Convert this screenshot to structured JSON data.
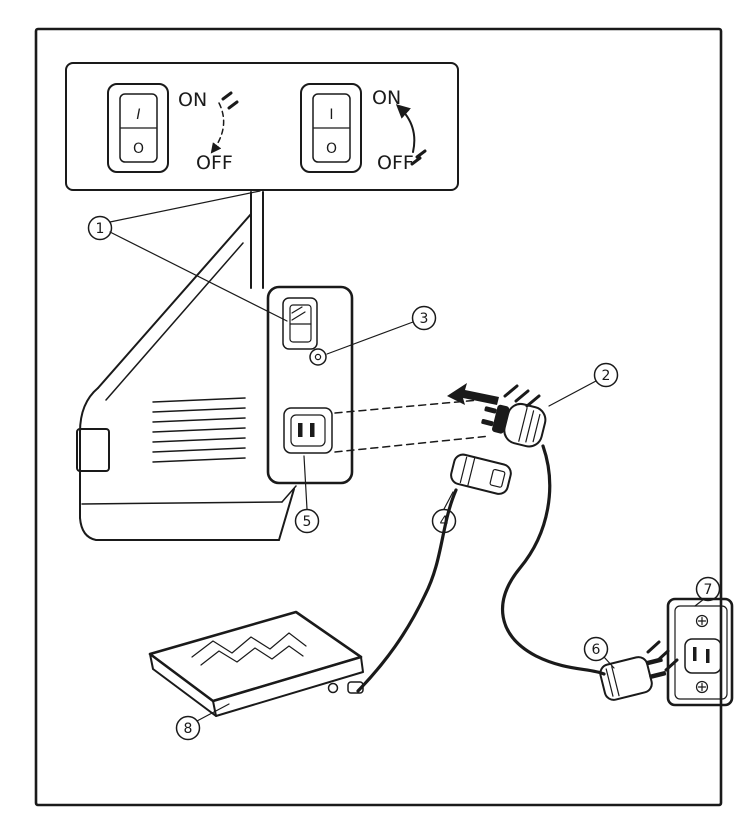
{
  "legend": {
    "left_switch": {
      "on_label": "ON",
      "off_label": "OFF",
      "top_symbol": "I",
      "bottom_symbol": "O"
    },
    "right_switch": {
      "on_label": "ON",
      "off_label": "OFF",
      "top_symbol": "I",
      "bottom_symbol": "O"
    }
  },
  "callouts": {
    "power_switch": "1",
    "machine_plug": "2",
    "hole": "3",
    "plug_connector": "4",
    "machine_socket": "5",
    "power_supply_plug": "6",
    "wall_outlet": "7",
    "foot_control": "8"
  },
  "colors": {
    "line": "#1a1a1a",
    "background": "#ffffff"
  }
}
